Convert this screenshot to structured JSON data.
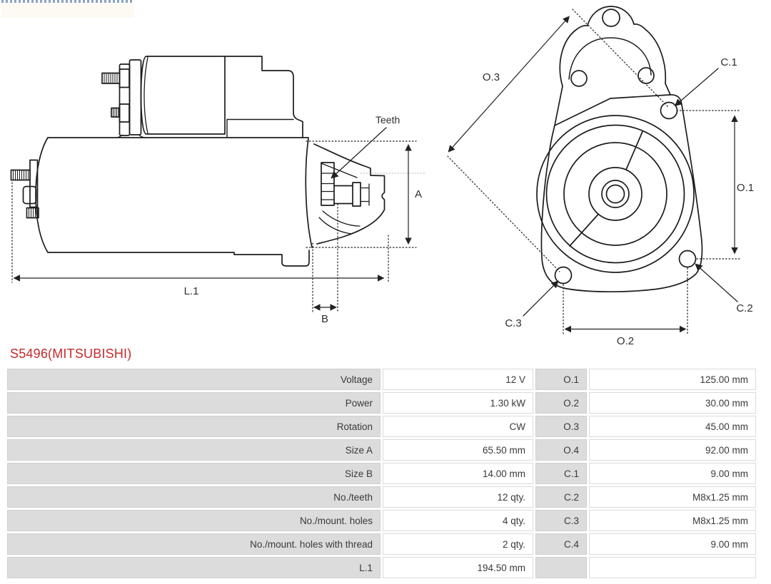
{
  "part": {
    "title": "S5496(MITSUBISHI)",
    "title_color": "#c42b2b"
  },
  "side_view": {
    "labels": {
      "teeth": "Teeth",
      "a": "A",
      "b": "B",
      "l1": "L.1"
    }
  },
  "front_view": {
    "labels": {
      "o1": "O.1",
      "o2": "O.2",
      "o3": "O.3",
      "c1": "C.1",
      "c2": "C.2",
      "c3": "C.3"
    }
  },
  "spec_table": {
    "rows": [
      [
        "Voltage",
        "12 V",
        "O.1",
        "125.00 mm"
      ],
      [
        "Power",
        "1.30 kW",
        "O.2",
        "30.00 mm"
      ],
      [
        "Rotation",
        "CW",
        "O.3",
        "45.00 mm"
      ],
      [
        "Size A",
        "65.50 mm",
        "O.4",
        "92.00 mm"
      ],
      [
        "Size B",
        "14.00 mm",
        "C.1",
        "9.00 mm"
      ],
      [
        "No./teeth",
        "12 qty.",
        "C.2",
        "M8x1.25 mm"
      ],
      [
        "No./mount. holes",
        "4 qty.",
        "C.3",
        "M8x1.25 mm"
      ],
      [
        "No./mount. holes with thread",
        "2 qty.",
        "C.4",
        "9.00 mm"
      ],
      [
        "L.1",
        "194.50 mm",
        "",
        ""
      ]
    ]
  }
}
